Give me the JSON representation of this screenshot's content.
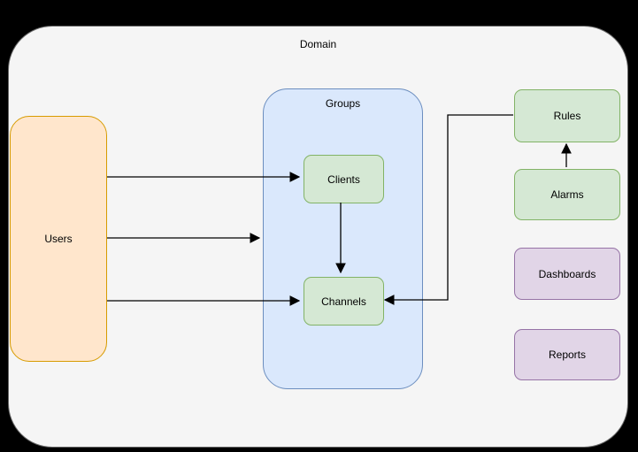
{
  "diagram": {
    "background_color": "#000000",
    "edge_color": "#000000",
    "domain": {
      "label": "Domain",
      "fill": "#f5f5f5",
      "stroke": "#666666"
    },
    "groups": {
      "label": "Groups",
      "fill": "#dae8fc",
      "stroke": "#6c8ebf"
    },
    "nodes": [
      {
        "id": "users",
        "label": "Users",
        "fill": "#ffe6cc",
        "stroke": "#d79b00"
      },
      {
        "id": "clients",
        "label": "Clients",
        "fill": "#d5e8d4",
        "stroke": "#82b366"
      },
      {
        "id": "channels",
        "label": "Channels",
        "fill": "#d5e8d4",
        "stroke": "#82b366"
      },
      {
        "id": "rules",
        "label": "Rules",
        "fill": "#d5e8d4",
        "stroke": "#82b366"
      },
      {
        "id": "alarms",
        "label": "Alarms",
        "fill": "#d5e8d4",
        "stroke": "#82b366"
      },
      {
        "id": "dashboards",
        "label": "Dashboards",
        "fill": "#e1d5e7",
        "stroke": "#9673a6"
      },
      {
        "id": "reports",
        "label": "Reports",
        "fill": "#e1d5e7",
        "stroke": "#9673a6"
      }
    ],
    "edges": [
      {
        "from": "Users",
        "to": "Clients",
        "arrow": "end"
      },
      {
        "from": "Users",
        "to": "Groups",
        "arrow": "end"
      },
      {
        "from": "Users",
        "to": "Channels",
        "arrow": "end"
      },
      {
        "from": "Clients",
        "to": "Channels",
        "arrow": "end"
      },
      {
        "from": "Alarms",
        "to": "Rules",
        "arrow": "end"
      },
      {
        "from": "Rules",
        "to": "Channels",
        "arrow": "end"
      }
    ]
  }
}
